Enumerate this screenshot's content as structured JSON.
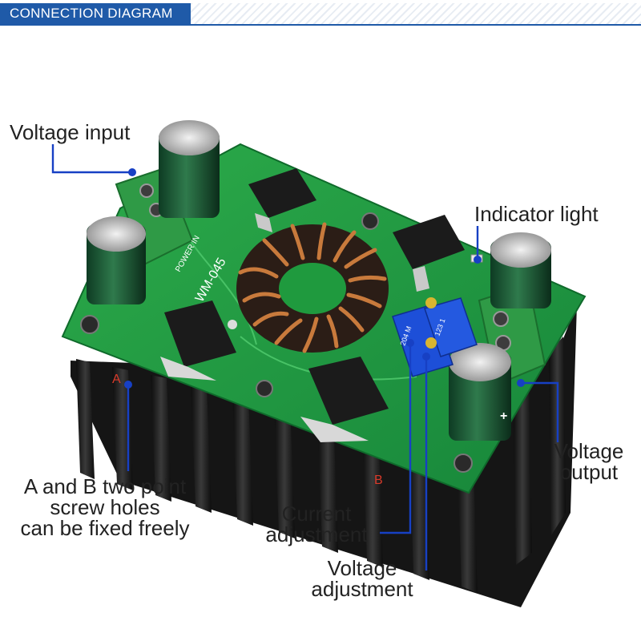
{
  "header": {
    "title": "CONNECTION DIAGRAM"
  },
  "callouts": {
    "voltage_input": "Voltage input",
    "indicator_light": "Indicator light",
    "voltage_output_1": "Voltage",
    "voltage_output_2": "output",
    "screw_holes_1": "A and B two point",
    "screw_holes_2": "screw holes",
    "screw_holes_3": "can be fixed freely",
    "current_adj_1": "Current",
    "current_adj_2": "adjustment",
    "voltage_adj_1": "Voltage",
    "voltage_adj_2": "adjustment"
  },
  "board": {
    "model": "WM-045",
    "power_in": "POWER IN",
    "point_a": "A",
    "point_b": "B",
    "plus_mark": "+",
    "pot_1": "204 M",
    "pot_2": "123 1"
  },
  "colors": {
    "header": "#1f5aa8",
    "pcb": "#1f9a3e",
    "heatsink": "#1e1e1e",
    "leader": "#1740c4",
    "copper": "#c87a3c"
  }
}
